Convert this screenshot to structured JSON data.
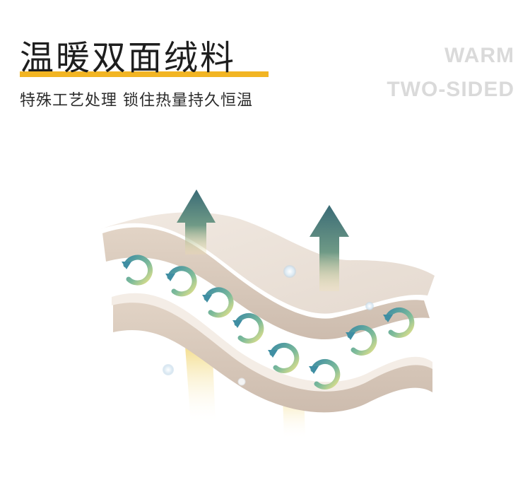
{
  "header": {
    "title": "温暖双面绒料",
    "subtitle": "特殊工艺处理 锁住热量持久恒温",
    "english_line1": "WARM",
    "english_line2": "TWO-SIDED"
  },
  "colors": {
    "accent_bar": "#f2b523",
    "fabric": "#e9e0d7",
    "arrow_teal": "#3d6f78",
    "warm_glow": "#f1d46f"
  },
  "illustration": {
    "icons": [
      "arrow-up-icon",
      "arrow-up-icon",
      "swirl-icon",
      "fabric-layer",
      "bubble-icon"
    ]
  }
}
